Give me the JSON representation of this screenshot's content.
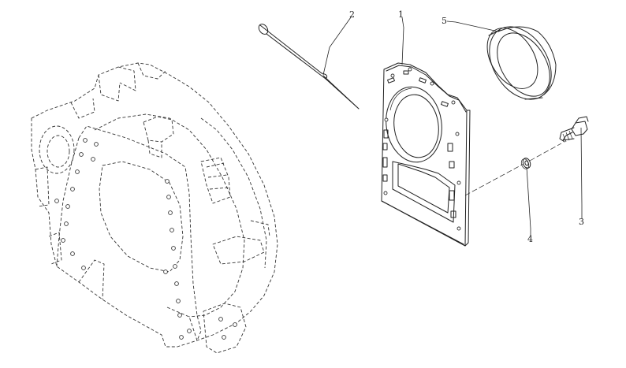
{
  "diagram": {
    "callouts": [
      {
        "id": "1",
        "part": "gasket"
      },
      {
        "id": "2",
        "part": "sealant-tube"
      },
      {
        "id": "3",
        "part": "bolt"
      },
      {
        "id": "4",
        "part": "washer"
      },
      {
        "id": "5",
        "part": "oil-seal"
      }
    ],
    "line_color": "#222222",
    "background": "#ffffff"
  }
}
